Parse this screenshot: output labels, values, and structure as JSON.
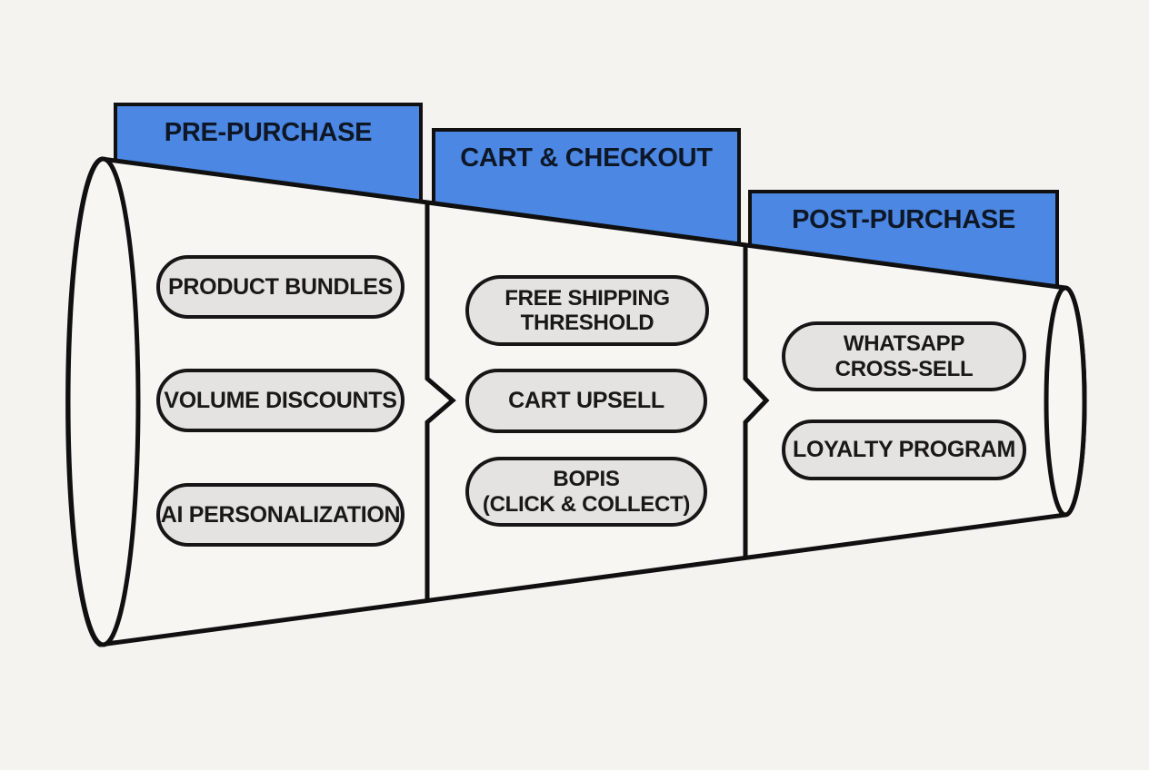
{
  "colors": {
    "background": "#f4f3f0",
    "funnel_fill": "#f7f6f3",
    "outline": "#101010",
    "tab_blue": "#4b87e3",
    "tab_text": "#0e1726",
    "pill_fill": "#e4e3e1",
    "pill_border": "#161616",
    "pill_text": "#181818"
  },
  "stages": [
    {
      "label": "PRE-PURCHASE",
      "items": [
        {
          "lines": [
            "PRODUCT BUNDLES"
          ]
        },
        {
          "lines": [
            "VOLUME DISCOUNTS"
          ]
        },
        {
          "lines": [
            "AI PERSONALIZATION"
          ]
        }
      ]
    },
    {
      "label": "CART & CHECKOUT",
      "items": [
        {
          "lines": [
            "FREE SHIPPING",
            "THRESHOLD"
          ]
        },
        {
          "lines": [
            "CART UPSELL"
          ]
        },
        {
          "lines": [
            "BOPIS",
            "(CLICK & COLLECT)"
          ]
        }
      ]
    },
    {
      "label": "POST-PURCHASE",
      "items": [
        {
          "lines": [
            "WHATSAPP",
            "CROSS-SELL"
          ]
        },
        {
          "lines": [
            "LOYALTY PROGRAM"
          ]
        }
      ]
    }
  ]
}
